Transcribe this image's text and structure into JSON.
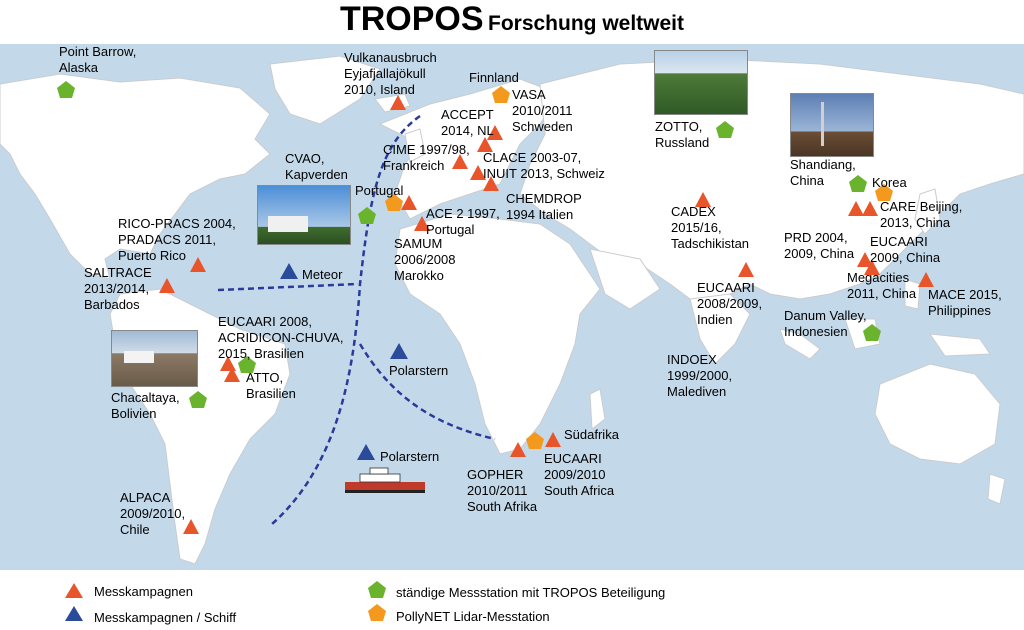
{
  "title": "TROPOS",
  "subtitle": "Forschung weltweit",
  "colors": {
    "ocean": "#c3d9ea",
    "land": "#ffffff",
    "campaign": "#e8552a",
    "ship": "#2a4a9a",
    "station": "#6ab42d",
    "pollynet": "#f39a1e",
    "route": "#2a3a9a"
  },
  "labels": {
    "point_barrow": "Point Barrow,\nAlaska",
    "vulkan": "Vulkanausbruch\nEyjafjallajökull\n2010, Island",
    "finnland": "Finnland",
    "vasa": "VASA\n2010/2011\nSchweden",
    "accept": "ACCEPT\n2014, NL",
    "cime": "CIME 1997/98,\nFrankreich",
    "clace": "CLACE 2003-07,\nINUIT 2013, Schweiz",
    "chemdrop": "CHEMDROP\n1994 Italien",
    "cvao": "CVAO,\nKapverden",
    "portugal": "Portugal",
    "ace2": "ACE 2 1997,\nPortugal",
    "samum": "SAMUM\n2006/2008\nMarokko",
    "rico": "RICO-PRACS 2004,\nPRADACS 2011,\nPuerto Rico",
    "saltrace": "SALTRACE\n2013/2014,\nBarbados",
    "meteor": "Meteor",
    "eucaari_br": "EUCAARI 2008,\nACRIDICON-CHUVA,\n2015, Brasilien",
    "atto": "ATTO,\nBrasilien",
    "polarstern1": "Polarstern",
    "chacaltaya": "Chacaltaya,\nBolivien",
    "polarstern2": "Polarstern",
    "alpaca": "ALPACA\n2009/2010,\nChile",
    "suedafrika": "Südafrika",
    "gopher": "GOPHER\n2010/2011\nSouth Afrika",
    "eucaari_sa": "EUCAARI\n2009/2010\nSouth Africa",
    "zotto": "ZOTTO,\nRussland",
    "shandiang": "Shandiang,\nChina",
    "korea": "Korea",
    "care": "CARE Beijing,\n2013, China",
    "cadex": "CADEX\n2015/16,\nTadschikistan",
    "prd": "PRD 2004,\n2009, China",
    "eucaari_cn": "EUCAARI\n2009, China",
    "megacities": "Megacities\n2011, China",
    "mace": "MACE 2015,\nPhilippines",
    "eucaari_in": "EUCAARI\n2008/2009,\nIndien",
    "danum": "Danum Valley,\nIndonesien",
    "indoex": "INDOEX\n1999/2000,\nMalediven"
  },
  "legend": {
    "campaign": "Messkampagnen",
    "ship": "Messkampagnen / Schiff",
    "station": "ständige Messstation mit TROPOS Beteiligung",
    "pollynet": "PollyNET Lidar-Messtation"
  }
}
